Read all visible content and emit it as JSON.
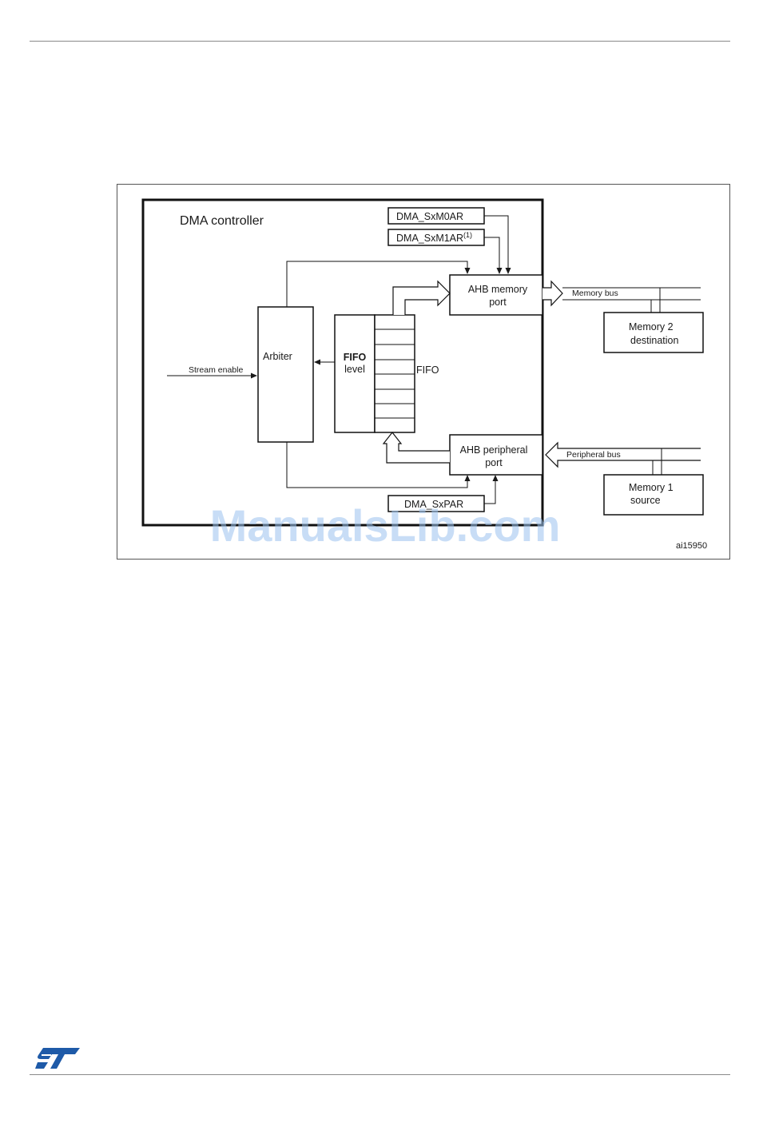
{
  "diagram": {
    "controller_title": "DMA controller",
    "arbiter": "Arbiter",
    "fifo_level_line1": "FIFO",
    "fifo_level_line2": "level",
    "fifo": "FIFO",
    "stream_enable": "Stream enable",
    "reg_m0ar": "DMA_SxM0AR",
    "reg_m1ar": "DMA_SxM1AR",
    "reg_m1ar_note": "(1)",
    "reg_par": "DMA_SxPAR",
    "ahb_memory_port_line1": "AHB memory",
    "ahb_memory_port_line2": "port",
    "ahb_peripheral_port_line1": "AHB peripheral",
    "ahb_peripheral_port_line2": "port",
    "memory_bus": "Memory bus",
    "peripheral_bus": "Peripheral bus",
    "memory2_line1": "Memory 2",
    "memory2_line2": "destination",
    "memory1_line1": "Memory 1",
    "memory1_line2": "source",
    "figure_id": "ai15950"
  },
  "watermark": "ManualsLib.com",
  "logo_icon": "st-logo-icon",
  "colors": {
    "logo": "#1e5aa8",
    "watermark": "#9cc3ef",
    "line": "#1a1a1a"
  }
}
